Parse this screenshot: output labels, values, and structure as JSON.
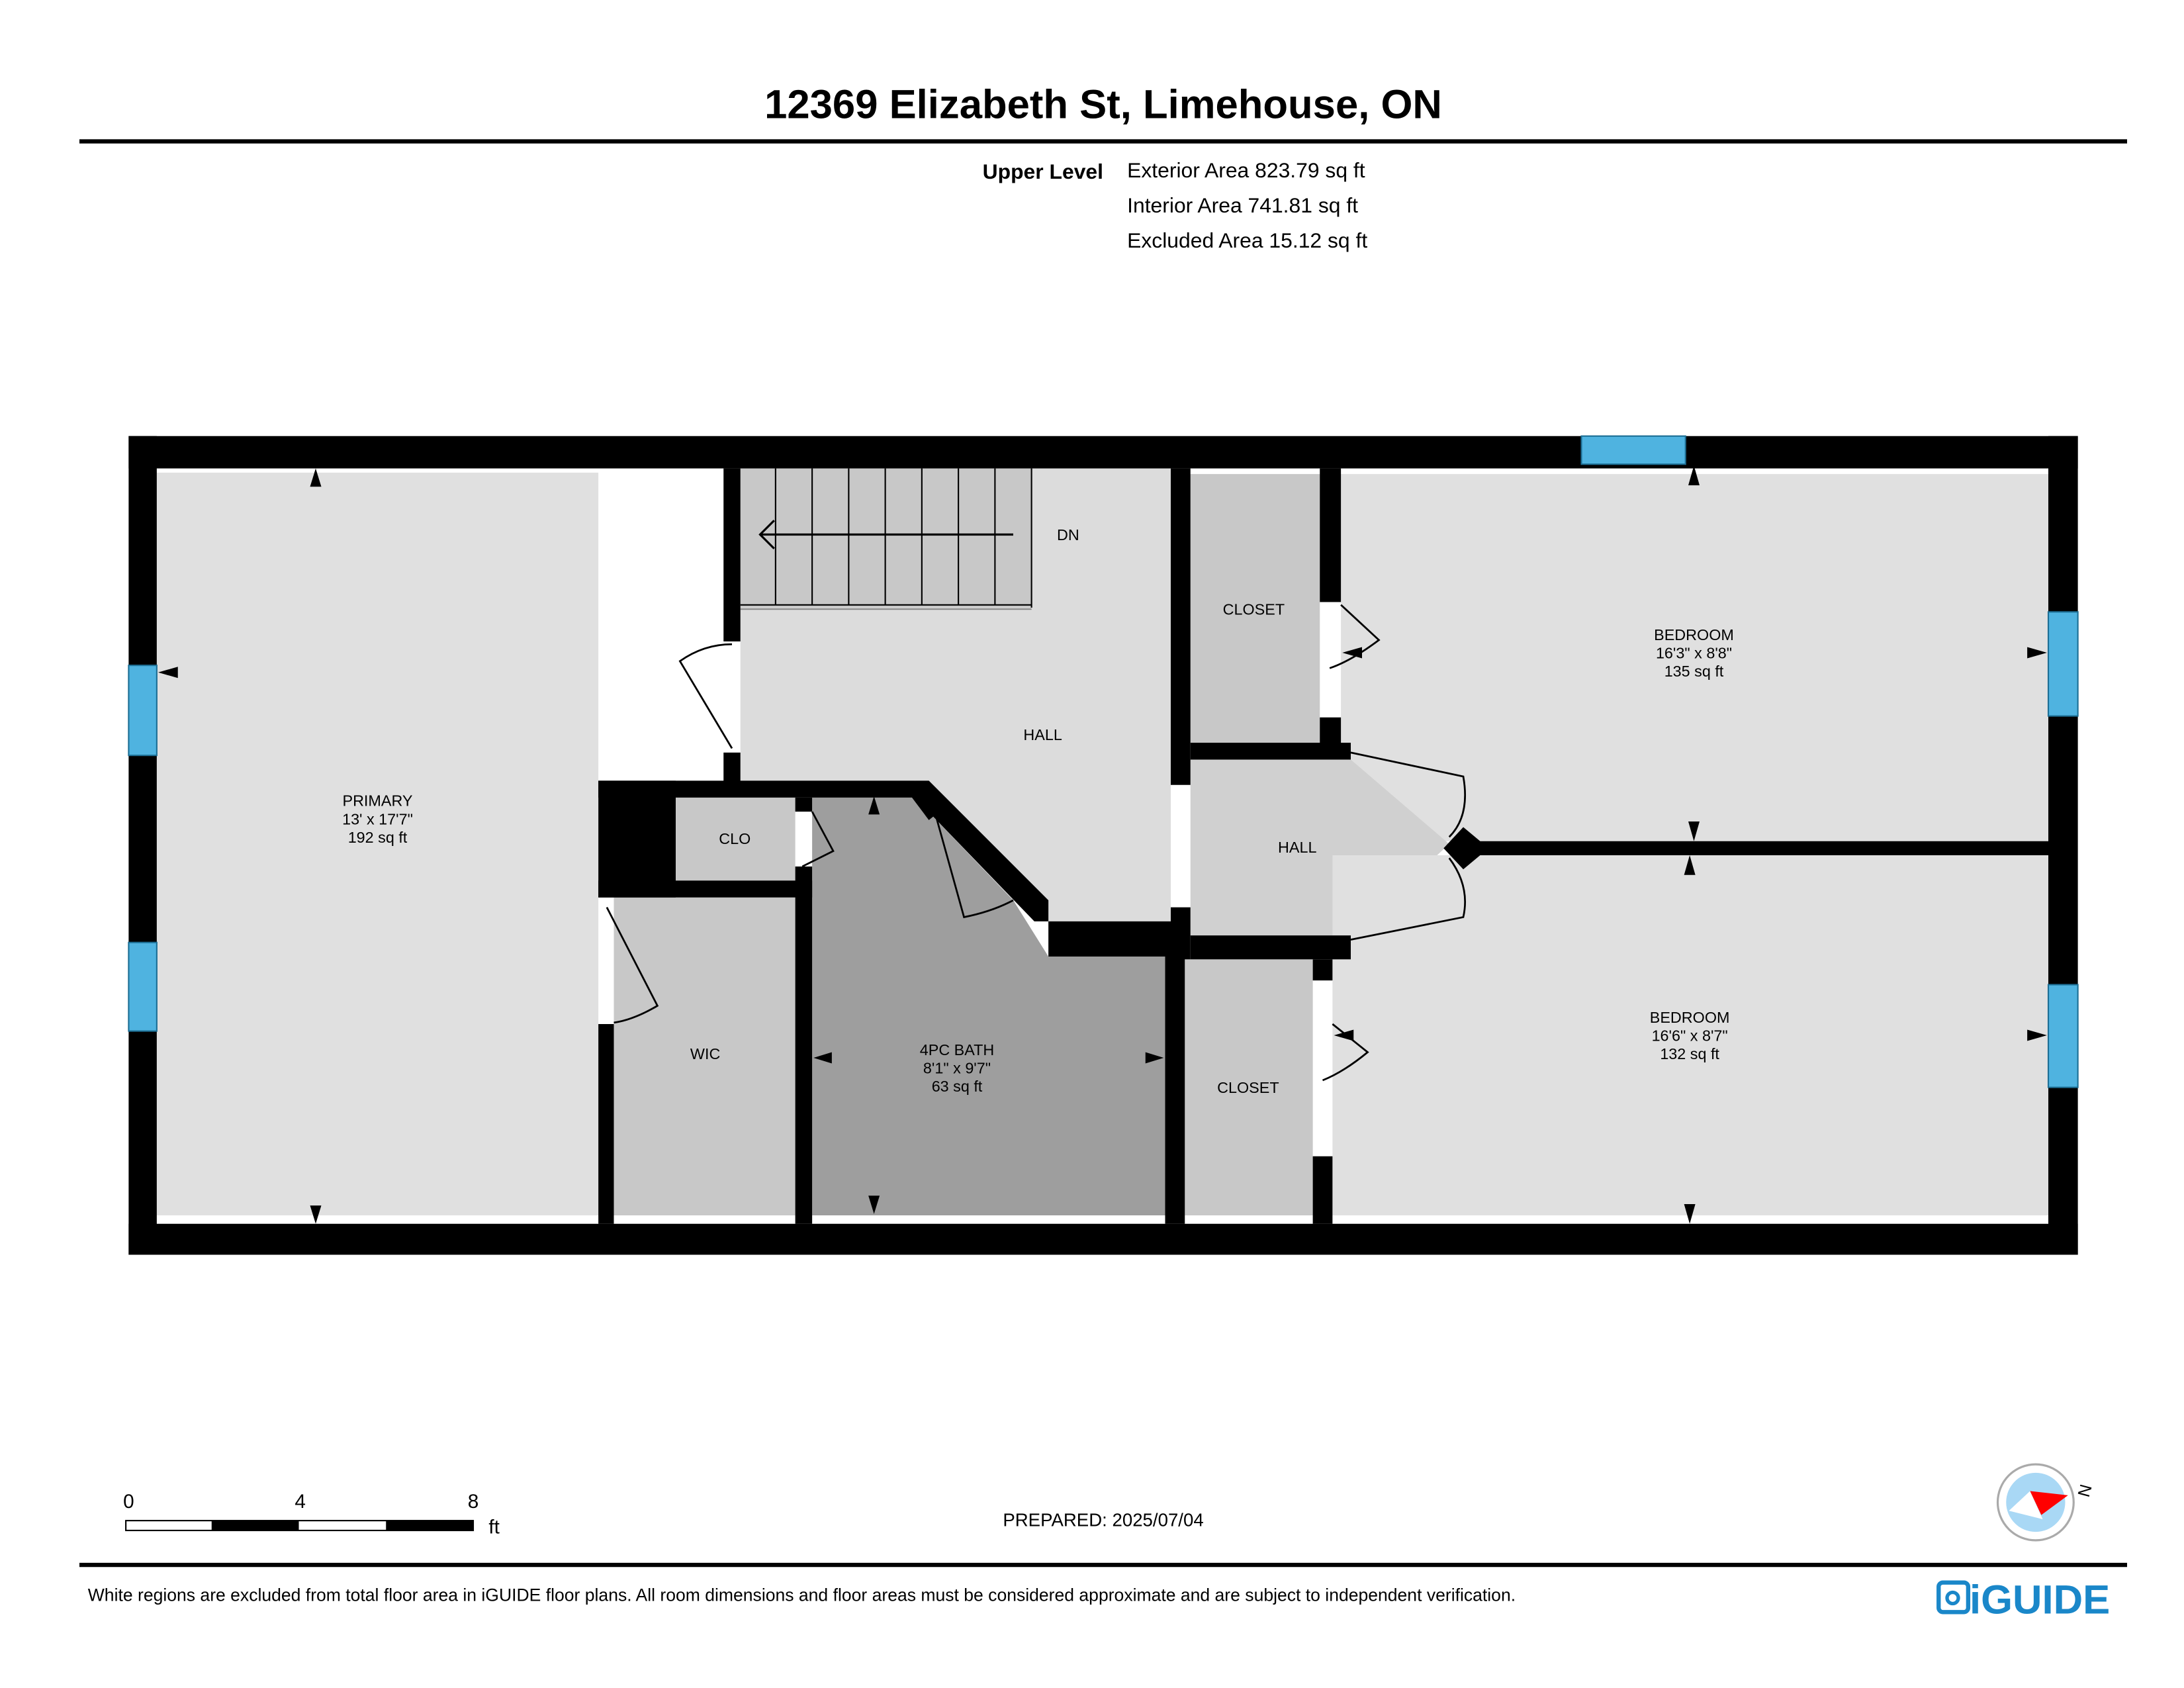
{
  "header": {
    "title": "12369 Elizabeth St, Limehouse, ON",
    "level": "Upper Level",
    "areas": [
      "Exterior Area 823.79 sq ft",
      "Interior Area 741.81 sq ft",
      "Excluded Area 15.12 sq ft"
    ]
  },
  "rooms": {
    "primary": {
      "name": "PRIMARY",
      "dims": "13' x 17'7\"",
      "area": "192 sq ft"
    },
    "hall_upper": {
      "name": "HALL"
    },
    "stairs": {
      "label": "DN"
    },
    "closet_top": {
      "name": "CLOSET"
    },
    "bedroom_top": {
      "name": "BEDROOM",
      "dims": "16'3\" x 8'8\"",
      "area": "135 sq ft"
    },
    "clo": {
      "name": "CLO"
    },
    "wic": {
      "name": "WIC"
    },
    "bath": {
      "name": "4PC BATH",
      "dims": "8'1\" x 9'7\"",
      "area": "63 sq ft"
    },
    "hall_mid": {
      "name": "HALL"
    },
    "closet_bottom": {
      "name": "CLOSET"
    },
    "bedroom_bottom": {
      "name": "BEDROOM",
      "dims": "16'6\" x 8'7\"",
      "area": "132 sq ft"
    }
  },
  "scale": {
    "ticks": [
      "0",
      "4",
      "8"
    ],
    "unit": "ft"
  },
  "prepared": "PREPARED: 2025/07/04",
  "compass": {
    "north_label": "N"
  },
  "footer": {
    "disclaimer": "White regions are excluded from total floor area in iGUIDE floor plans. All room dimensions and floor areas must be considered approximate and are subject to independent verification.",
    "brand": "iGUIDE"
  },
  "colors": {
    "wall": "#000000",
    "window": "#4fb3e0",
    "brand": "#1a87c9",
    "compass_needle": "#ff0000",
    "compass_face": "#a9d8f5"
  }
}
